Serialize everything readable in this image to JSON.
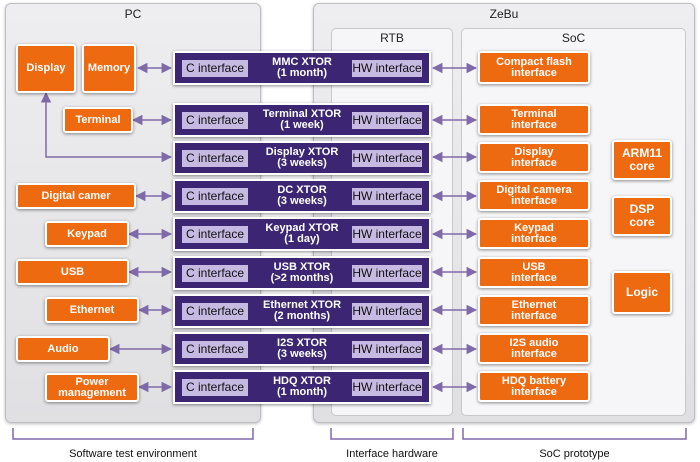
{
  "panels": {
    "pc": "PC",
    "zebu": "ZeBu",
    "rtb": "RTB",
    "soc": "SoC"
  },
  "pc_devices": {
    "display": "Display",
    "memory": "Memory",
    "terminal": "Terminal",
    "camera": "Digital camer",
    "keypad": "Keypad",
    "usb": "USB",
    "ethernet": "Ethernet",
    "audio": "Audio",
    "power": "Power\nmanagement"
  },
  "xtors": [
    {
      "title": "MMC XTOR\n(1 month)",
      "c_label": "C interface",
      "hw_label": "HW interface"
    },
    {
      "title": "Terminal XTOR\n(1 week)",
      "c_label": "C interface",
      "hw_label": "HW interface"
    },
    {
      "title": "Display XTOR\n(3 weeks)",
      "c_label": "C interface",
      "hw_label": "HW interface"
    },
    {
      "title": "DC XTOR\n(3 weeks)",
      "c_label": "C interface",
      "hw_label": "HW interface"
    },
    {
      "title": "Keypad XTOR\n(1 day)",
      "c_label": "C interface",
      "hw_label": "HW interface"
    },
    {
      "title": "USB XTOR\n(>2 months)",
      "c_label": "C interface",
      "hw_label": "HW interface"
    },
    {
      "title": "Ethernet XTOR\n(2 months)",
      "c_label": "C interface",
      "hw_label": "HW interface"
    },
    {
      "title": "I2S XTOR\n(3 weeks)",
      "c_label": "C interface",
      "hw_label": "HW interface"
    },
    {
      "title": "HDQ XTOR\n(1 month)",
      "c_label": "C interface",
      "hw_label": "HW interface"
    }
  ],
  "soc_interfaces": [
    "Compact flash\ninterface",
    "Terminal\ninterface",
    "Display\ninterface",
    "Digital camera\ninterface",
    "Keypad\ninterface",
    "USB\ninterface",
    "Ethernet\ninterface",
    "I2S audio\ninterface",
    "HDQ battery\ninterface"
  ],
  "soc_cores": {
    "arm": "ARM11\ncore",
    "dsp": "DSP\ncore",
    "logic": "Logic"
  },
  "brackets": {
    "software": "Software test environment",
    "hardware": "Interface hardware",
    "soc": "SoC prototype"
  },
  "colors": {
    "device_orange": "#ee6a10",
    "xtor_purple": "#3c2674",
    "interface_lavender": "#c6b9e2",
    "arrow_purple": "#7e6aa8"
  }
}
